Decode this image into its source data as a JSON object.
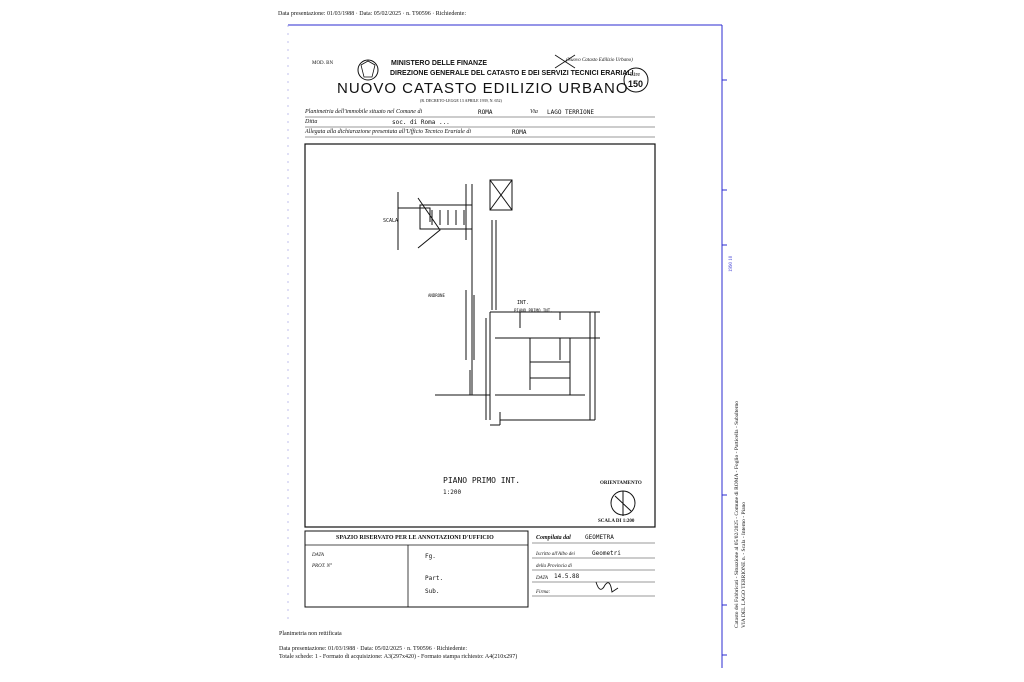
{
  "header": {
    "top_line": "Data presentazione: 01/03/1988 · Data: 05/02/2025 · n. T90596 · Richiedente:",
    "ministry": "MINISTERO DELLE FINANZE",
    "direction": "DIREZIONE GENERALE DEL CATASTO E DEI SERVIZI TECNICI ERARIALI",
    "title": "NUOVO CATASTO EDILIZIO URBANO",
    "subtitle": "(R. DECRETO-LEGGE 13 APRILE 1939, N. 652)",
    "model_code": "MOD. BN",
    "model_sub": "(Nuovo Catasto Edilizio Urbano)",
    "lire_label": "Lire",
    "lire_value": "150"
  },
  "form": {
    "planimetria_label": "Planimetria dell'immobile situato nel Comune di",
    "comune_value": "ROMA",
    "via_label": "Via",
    "via_value": "LAGO TERRIONE",
    "ditta_label": "Ditta",
    "ditta_value": "soc. di Roma ...",
    "allegata_label": "Allegata alla dichiarazione presentata all'Ufficio Tecnico Erariale di",
    "allegata_value": "ROMA"
  },
  "plan": {
    "labels": [
      "SCALA",
      "ANDRONE",
      "INT.",
      "PIANO PRIMO INT."
    ],
    "floor_caption": "PIANO PRIMO INT.",
    "scale_caption": "1:200",
    "orientamento": "ORIENTAMENTO",
    "scala": "SCALA DI 1:200"
  },
  "bottom": {
    "riservato_title": "SPAZIO RISERVATO PER LE ANNOTAZIONI D'UFFICIO",
    "data_label": "DATA",
    "prot_label": "PROT. N°",
    "fg": "Fg.",
    "part": "Part.",
    "sub": "Sub.",
    "compilata_label": "Compilata dal",
    "compilata_value": "GEOMETRA",
    "iscritto_label": "Iscritto all'Albo dei",
    "iscritto_value": "Geometri",
    "provincia_label": "della Provincia di",
    "data2_label": "DATA",
    "data2_value": "14.5.88",
    "firma_label": "Firma:"
  },
  "footer": {
    "planimetria_note": "Planimetria non rettificata",
    "line1": "Data presentazione: 01/03/1988 · Data: 05/02/2025 · n. T90596 · Richiedente:",
    "line2": "Totale schede: 1 - Formato di acquisizione: A3(297x420) - Formato stampa richiesto: A4(210x297)"
  },
  "side": {
    "text": "Catasto dei Fabbricati - Situazione al 05/02/2025 - Comune di ROMA - Foglio - Particella - Subalterno",
    "text2": "VIA DEL LAGO TERRIONE n. - Scala - Interno - Piano",
    "code": "1990 10"
  }
}
